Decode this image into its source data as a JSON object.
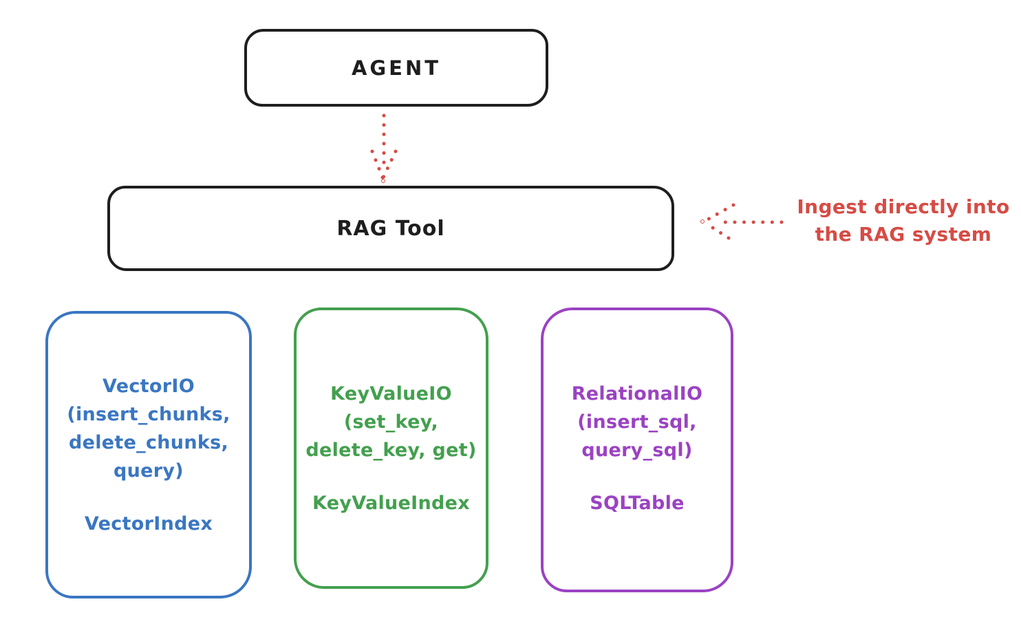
{
  "diagram": {
    "background": "#ffffff",
    "stroke_color": "#1e1e1e",
    "agent_box": {
      "label": "AGENT"
    },
    "rag_tool_box": {
      "label": "RAG Tool"
    },
    "agent_to_rag_arrow": {
      "style": "dotted",
      "direction": "down",
      "color": "#d64c45"
    },
    "ingest_arrow": {
      "style": "dotted",
      "direction": "left",
      "color": "#d64c45"
    },
    "ingest_annotation": {
      "line1": "Ingest directly into",
      "line2": "the RAG system",
      "color": "#d64c45"
    },
    "io_boxes": [
      {
        "id": "vector-io",
        "color": "#3a76c2",
        "title_lines": [
          "VectorIO",
          "(insert_chunks,",
          "delete_chunks,",
          "query)"
        ],
        "index_label": "VectorIndex"
      },
      {
        "id": "keyvalue-io",
        "color": "#43a04e",
        "title_lines": [
          "KeyValueIO",
          "(set_key,",
          "delete_key, get)"
        ],
        "index_label": "KeyValueIndex"
      },
      {
        "id": "relational-io",
        "color": "#9b42c3",
        "title_lines": [
          "RelationalIO",
          "(insert_sql,",
          "query_sql)"
        ],
        "index_label": "SQLTable"
      }
    ]
  }
}
